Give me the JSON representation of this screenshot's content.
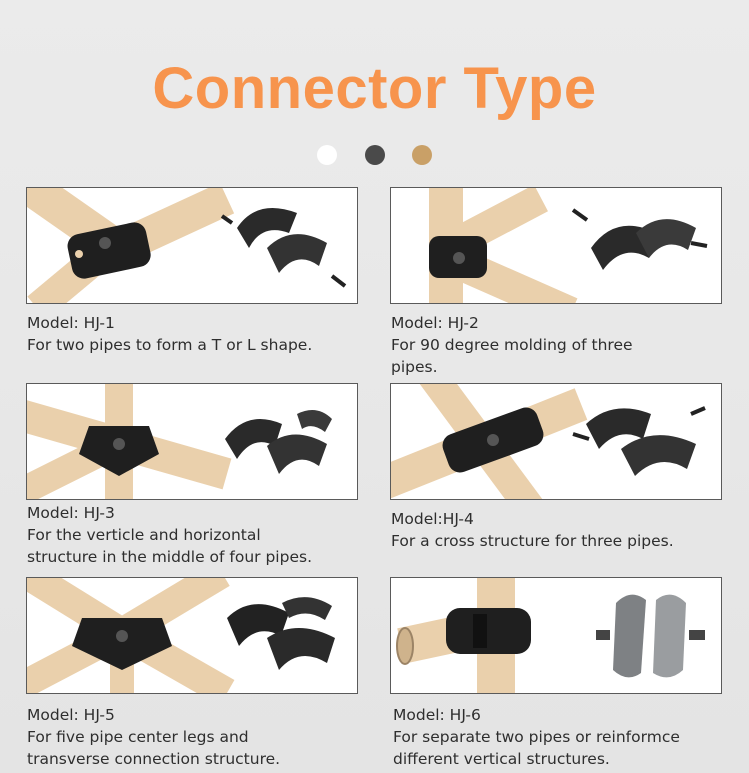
{
  "title": "Connector Type",
  "colors": {
    "accent": "#f7944d",
    "swatch_white": "#ffffff",
    "swatch_black": "#4a4a4a",
    "swatch_gold": "#c9a067",
    "pipe": "#ead0ac",
    "connector": "#1f1f1f"
  },
  "swatches": [
    {
      "name": "white",
      "color": "#ffffff"
    },
    {
      "name": "black",
      "color": "#4a4a4a"
    },
    {
      "name": "gold",
      "color": "#c9a067"
    }
  ],
  "products": [
    {
      "model": "Model: HJ-1",
      "desc_line1": "For two pipes to form a T or L shape.",
      "desc_line2": ""
    },
    {
      "model": "Model: HJ-2",
      "desc_line1": "For 90 degree molding of three",
      "desc_line2": "pipes."
    },
    {
      "model": "Model: HJ-3",
      "desc_line1": "For the verticle and horizontal",
      "desc_line2": "structure in the middle of four pipes."
    },
    {
      "model": "Model:HJ-4",
      "desc_line1": "For a cross structure for three pipes.",
      "desc_line2": ""
    },
    {
      "model": "Model: HJ-5",
      "desc_line1": "For five pipe center legs and",
      "desc_line2": "transverse connection structure."
    },
    {
      "model": "Model: HJ-6",
      "desc_line1": "For separate two pipes or reinformce",
      "desc_line2": "different vertical structures."
    }
  ]
}
